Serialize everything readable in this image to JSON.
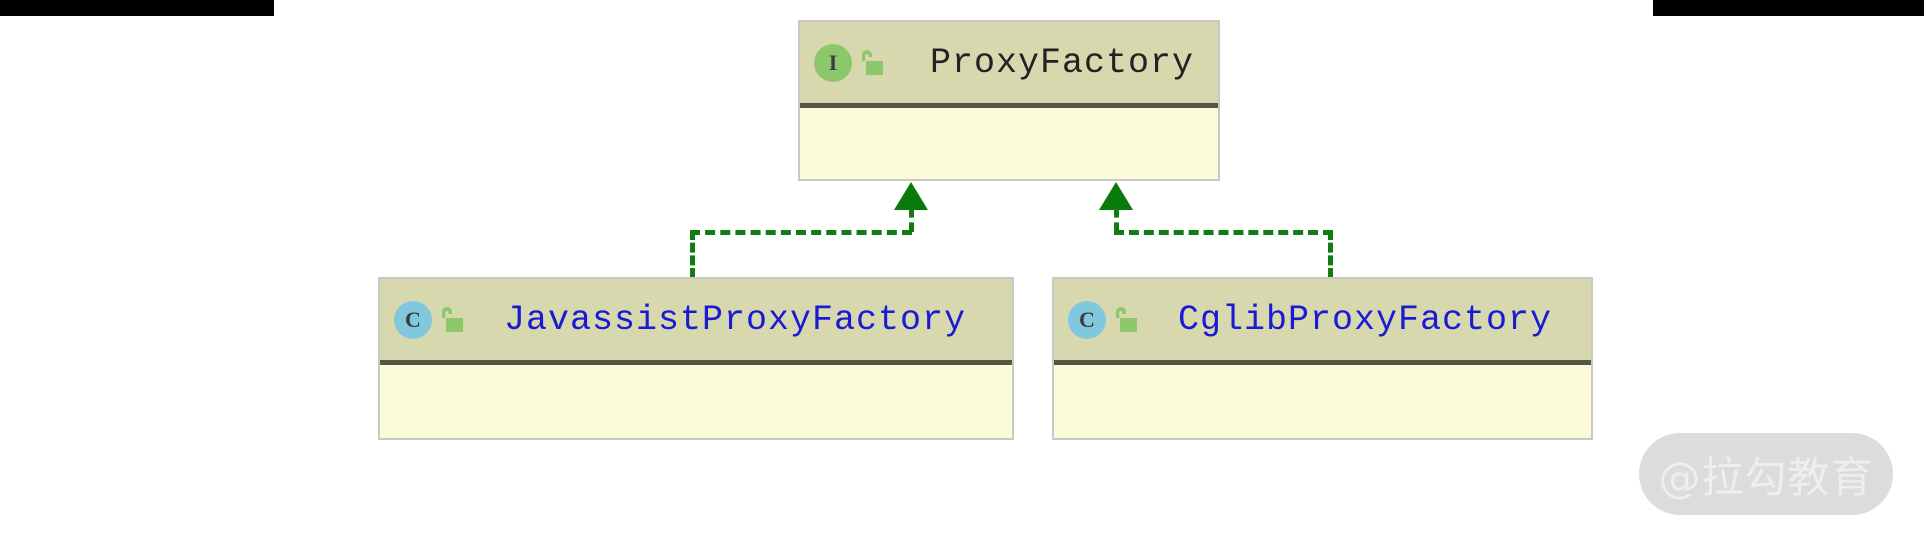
{
  "diagram": {
    "kind": "uml-class-diagram",
    "relationship": "realization",
    "connector_color": "#117d11",
    "nodes": [
      {
        "id": "proxy-factory",
        "name": "ProxyFactory",
        "stereotype": "I",
        "stereotype_name": "interface",
        "badge_color": "#8dc76b",
        "title_color": "#222222",
        "visibility_icon": "unlocked-padlock-icon",
        "visibility": "public",
        "header_color": "#d7d8ae",
        "body_color": "#fbfbd9",
        "members": []
      },
      {
        "id": "javassist-proxy-factory",
        "name": "JavassistProxyFactory",
        "stereotype": "C",
        "stereotype_name": "class",
        "badge_color": "#7fc8dd",
        "title_color": "#1a1ad4",
        "visibility_icon": "unlocked-padlock-icon",
        "visibility": "public",
        "header_color": "#d7d8ae",
        "body_color": "#fbfbd9",
        "members": []
      },
      {
        "id": "cglib-proxy-factory",
        "name": "CglibProxyFactory",
        "stereotype": "C",
        "stereotype_name": "class",
        "badge_color": "#7fc8dd",
        "title_color": "#1a1ad4",
        "visibility_icon": "unlocked-padlock-icon",
        "visibility": "public",
        "header_color": "#d7d8ae",
        "body_color": "#fbfbd9",
        "members": []
      }
    ],
    "edges": [
      {
        "from": "javassist-proxy-factory",
        "to": "proxy-factory",
        "type": "realization"
      },
      {
        "from": "cglib-proxy-factory",
        "to": "proxy-factory",
        "type": "realization"
      }
    ]
  },
  "watermark": {
    "text": "@拉勾教育",
    "pill_color": "#dcdcdc",
    "text_color": "#eeeeee"
  }
}
